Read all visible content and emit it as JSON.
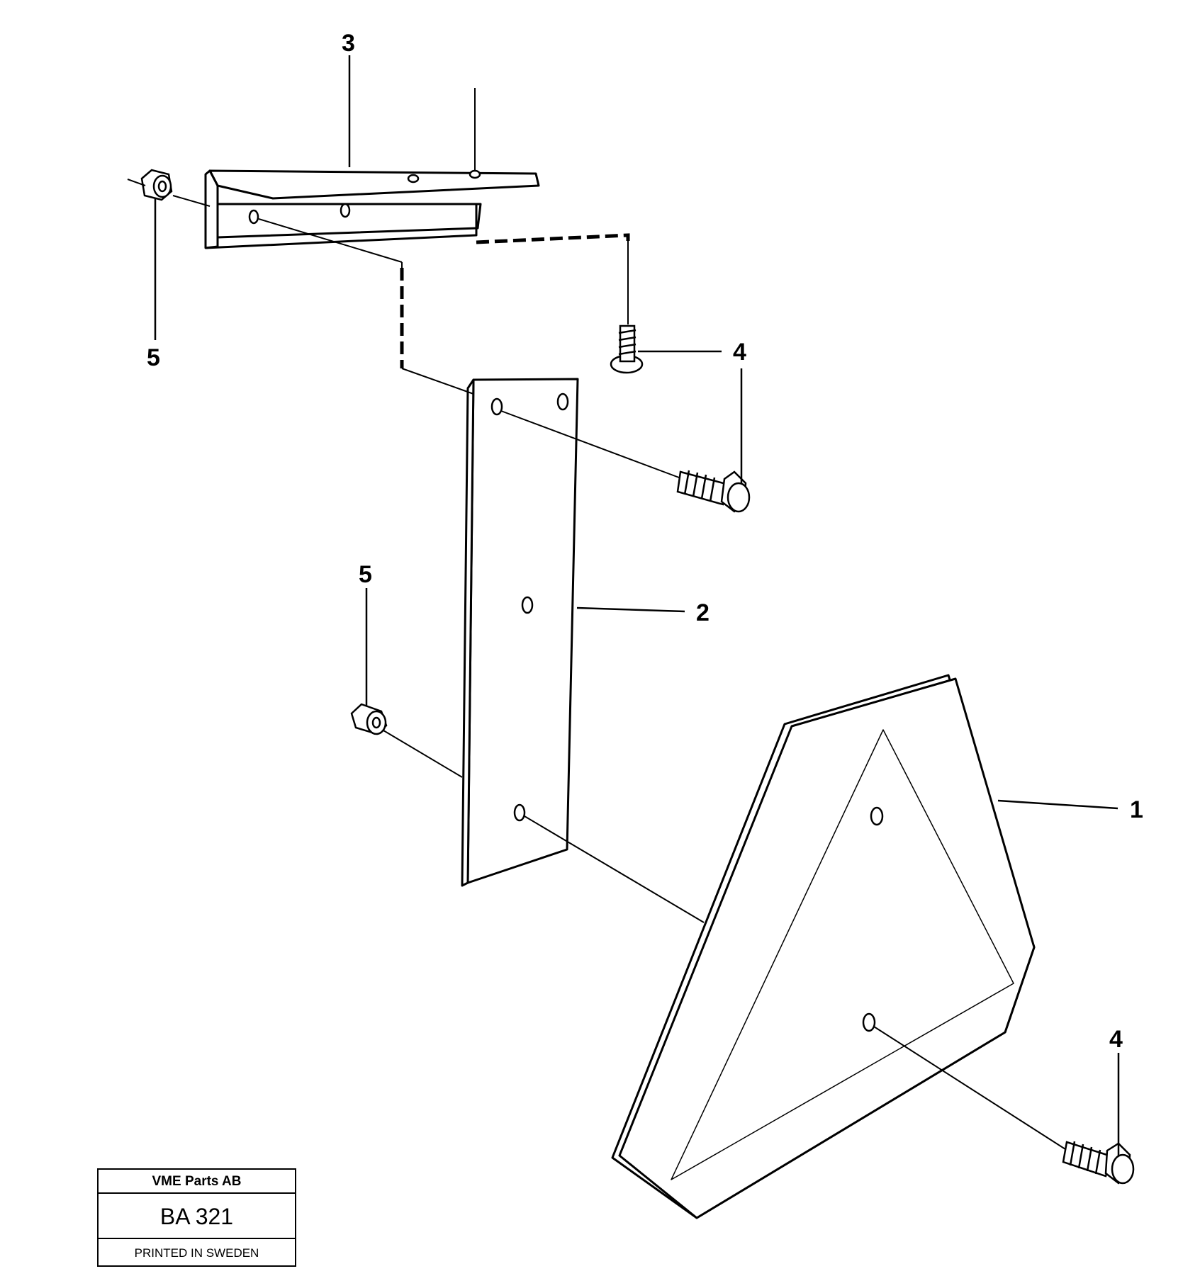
{
  "callouts": {
    "one": "1",
    "two": "2",
    "three": "3",
    "four_upper": "4",
    "four_lower": "4",
    "five_upper": "5",
    "five_lower": "5"
  },
  "title_block": {
    "company": "VME Parts AB",
    "code": "BA 321",
    "printed": "PRINTED IN SWEDEN"
  }
}
